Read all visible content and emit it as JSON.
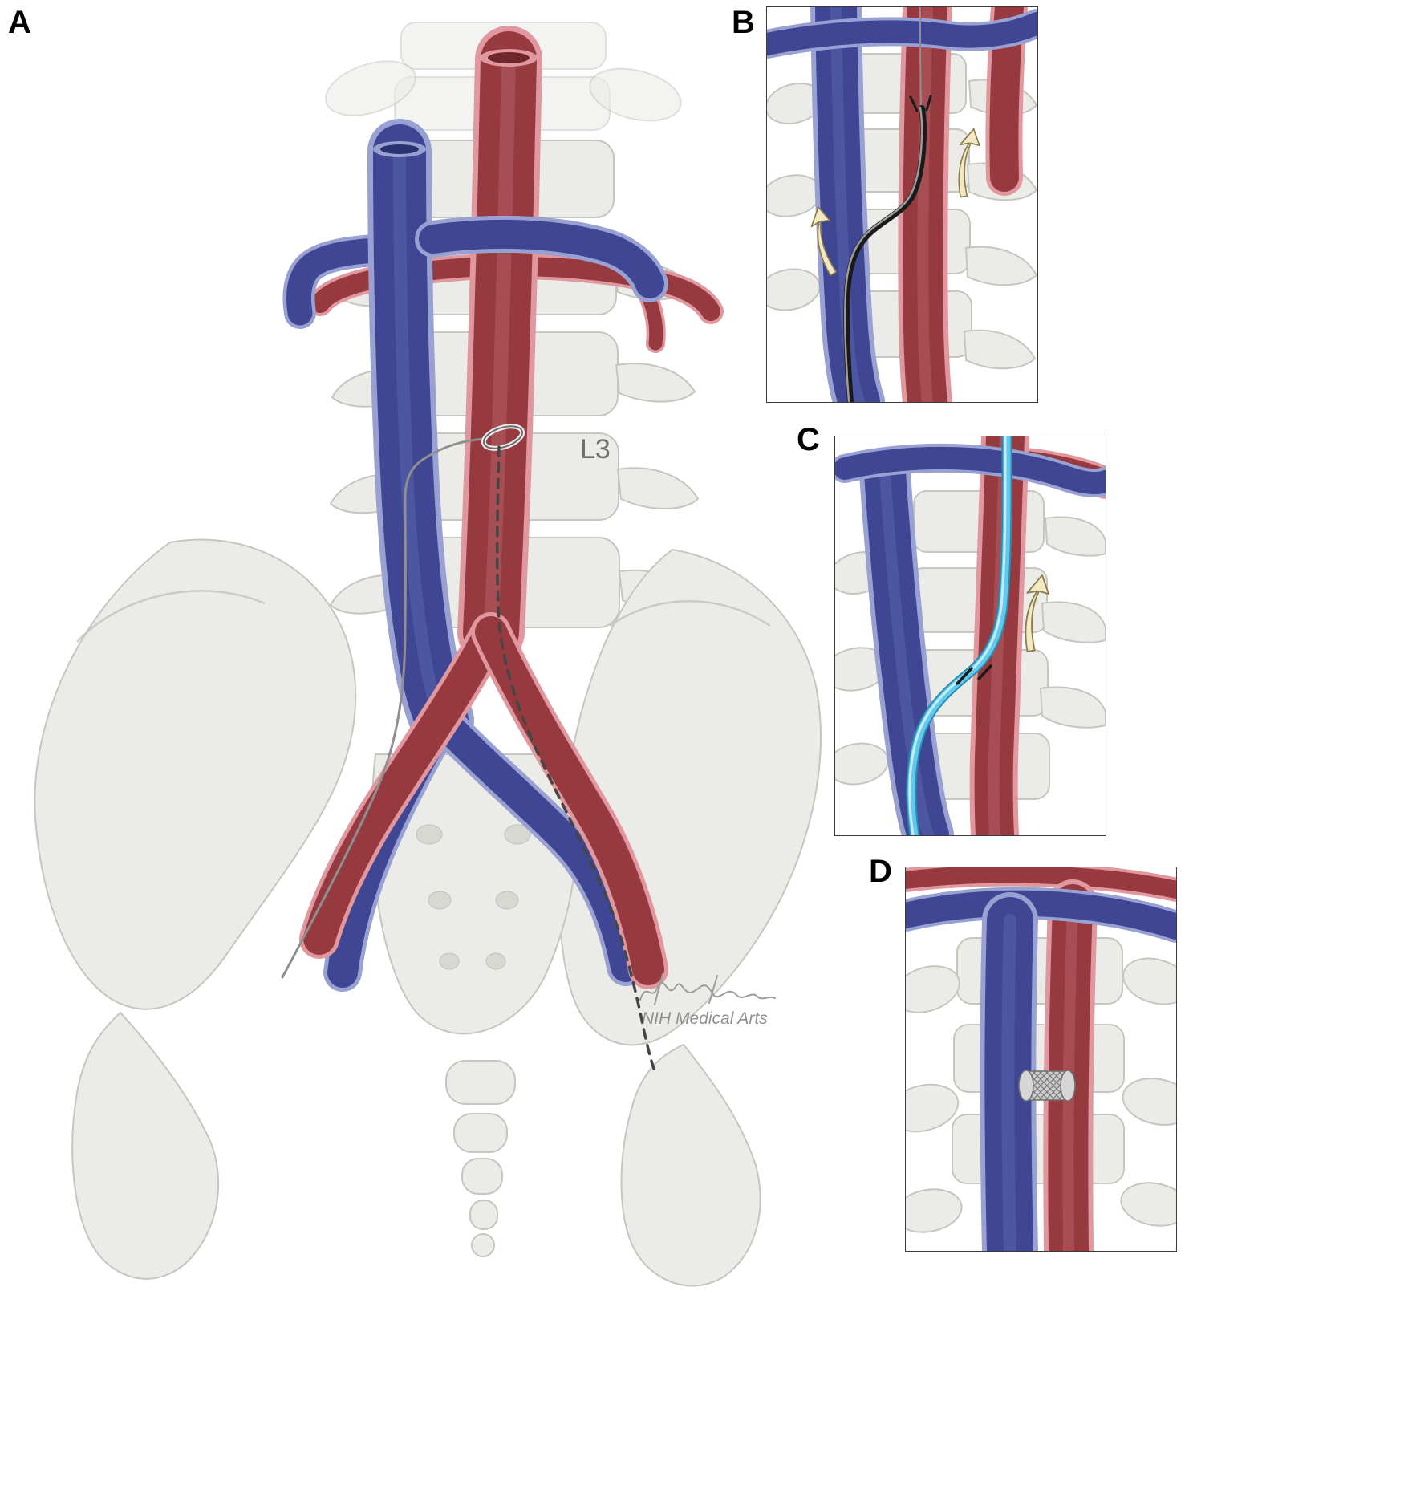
{
  "figure": {
    "panels": {
      "a": {
        "label": "A"
      },
      "b": {
        "label": "B"
      },
      "c": {
        "label": "C"
      },
      "d": {
        "label": "D"
      }
    },
    "annotations": {
      "vertebra_label": "L3",
      "signature": "NIH Medical Arts"
    },
    "colors": {
      "background": "#ffffff",
      "aorta": "#963a40",
      "aorta_dark": "#6f262c",
      "aorta_edge": "#e0989e",
      "aorta_hi": "#b25a62",
      "vein": "#3f4795",
      "vein_dark": "#2b3272",
      "vein_edge": "#99a0d2",
      "vein_hi": "#5a62ad",
      "bone": "#ebebe7",
      "bone_edge": "#c6c6c0",
      "bone_shadow": "#d8d8d2",
      "wire": "#8f8f8f",
      "wire_dark": "#454545",
      "catheter": "#5ecbee",
      "catheter_edge": "#2a8cb0",
      "arrow_fill": "#f2e9c4",
      "arrow_edge": "#8a7a46",
      "stent": "#cdcdcd",
      "stent_edge": "#6f6f6f",
      "panel_border": "#3a3a3a",
      "label_color": "#000000",
      "annotation_gray": "#8f8f8f"
    }
  }
}
